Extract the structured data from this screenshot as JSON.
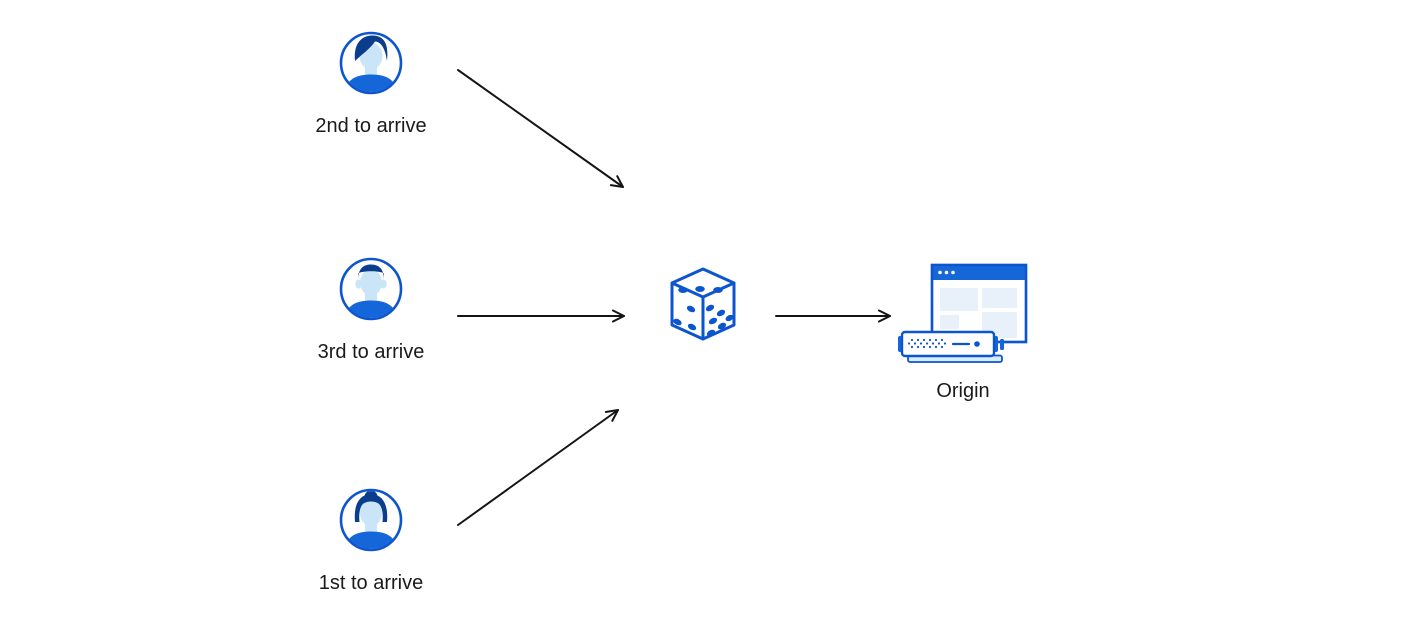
{
  "colors": {
    "canvas-bg": "#ffffff",
    "line-black": "#151515",
    "stroke-blue": "#0d55cf",
    "fill-blue": "#1566d9",
    "hair-navy": "#0b3d8d",
    "face-light": "#cbe5f8",
    "panel-light": "#e8f1fa",
    "server-base-light": "#dbecfa",
    "text-color": "#1a1a1c"
  },
  "diagram": {
    "clients": [
      {
        "label": "2nd to arrive",
        "avatar_icon": "user-man-avatar-icon"
      },
      {
        "label": "3rd to arrive",
        "avatar_icon": "user-man-avatar-icon"
      },
      {
        "label": "1st to arrive",
        "avatar_icon": "user-woman-avatar-icon"
      }
    ],
    "router_icon": "dice-icon",
    "origin": {
      "label": "Origin",
      "icon": "origin-server-icon"
    },
    "connections": [
      {
        "from": "client-2nd-to-arrive",
        "to": "dice"
      },
      {
        "from": "client-3rd-to-arrive",
        "to": "dice"
      },
      {
        "from": "client-1st-to-arrive",
        "to": "dice"
      },
      {
        "from": "dice",
        "to": "origin"
      }
    ]
  }
}
